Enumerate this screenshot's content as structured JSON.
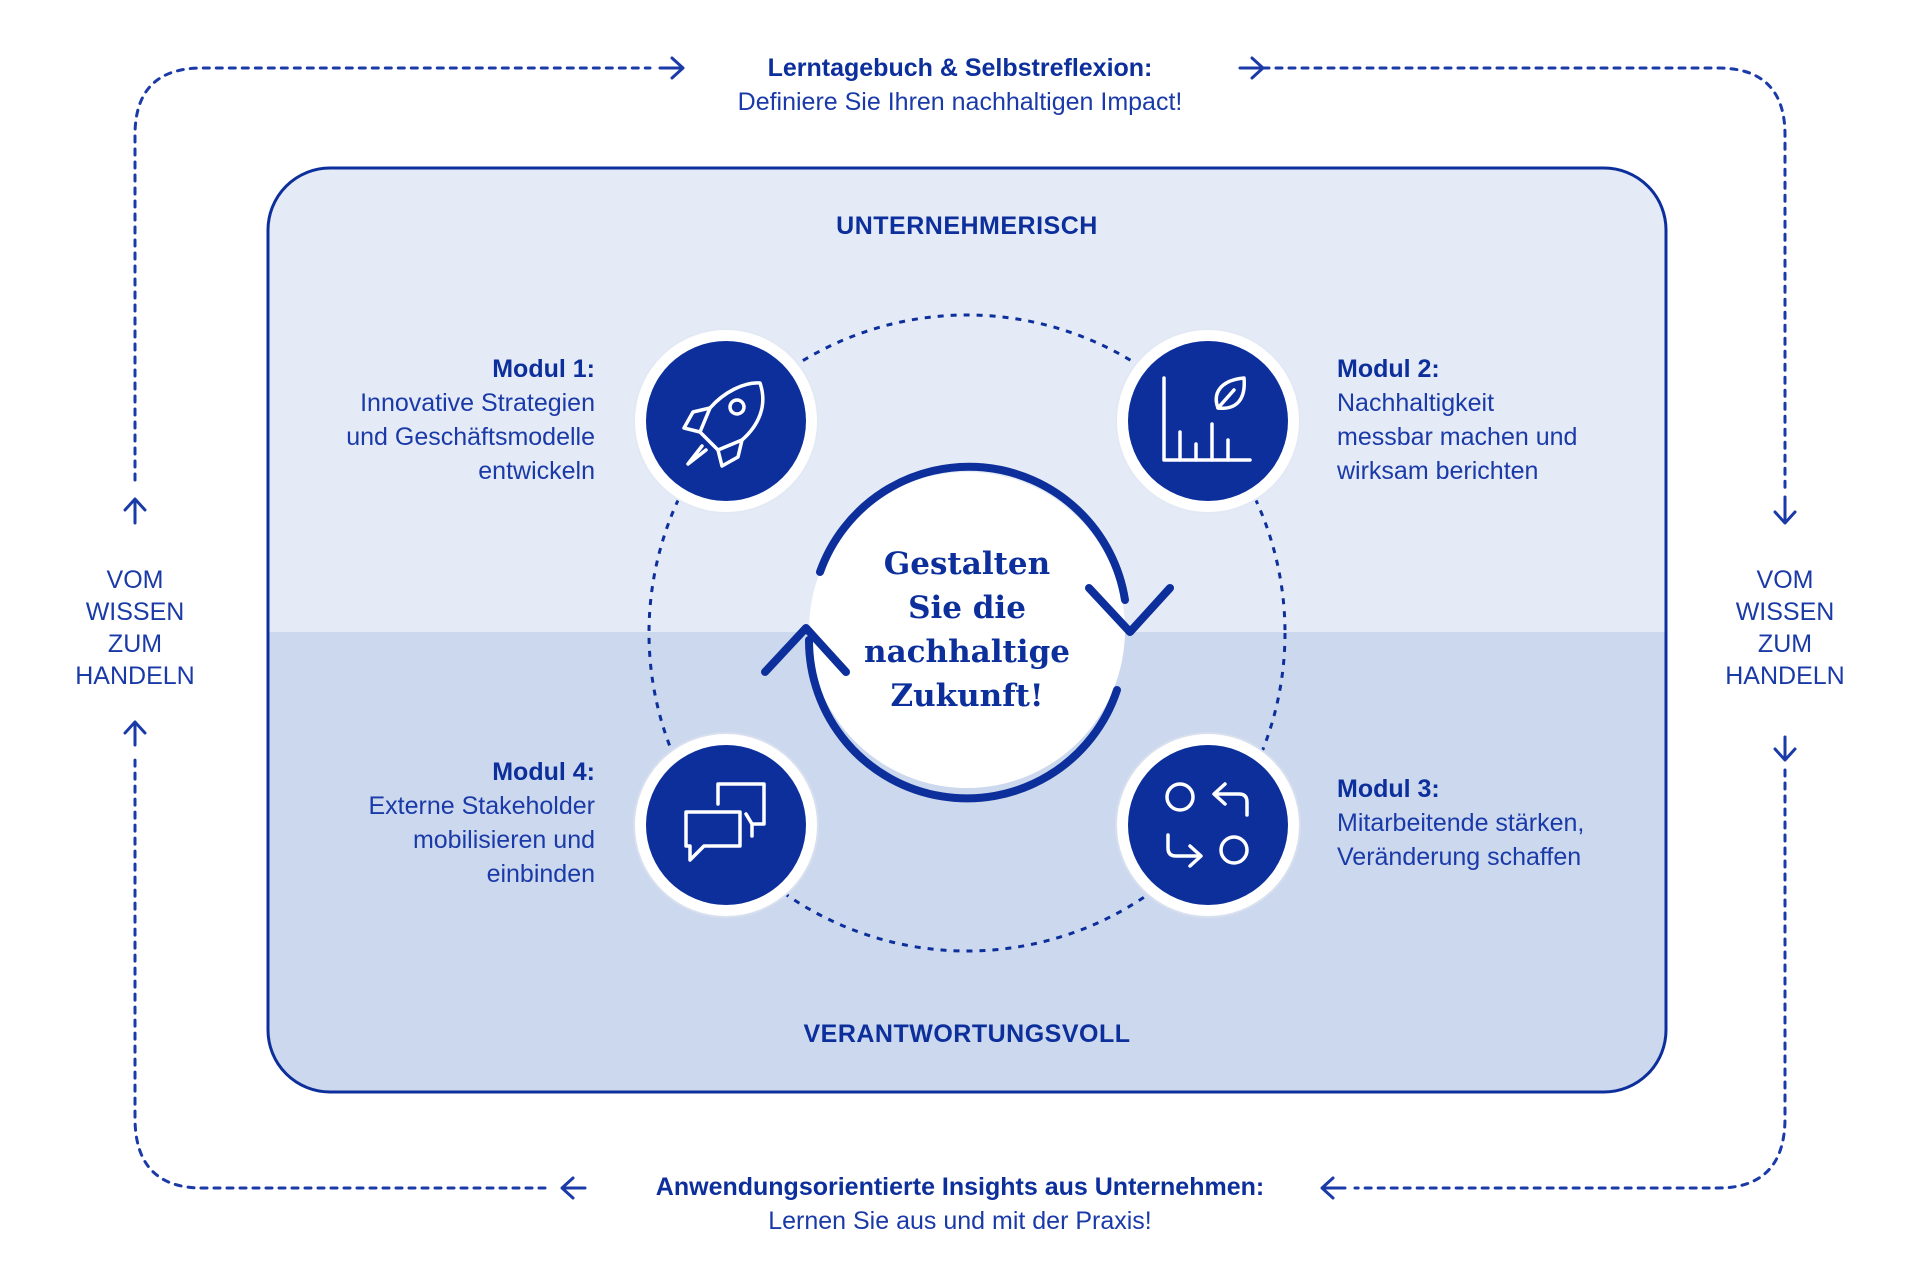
{
  "top_flow": {
    "title": "Lerntagebuch & Selbstreflexion:",
    "subtitle": "Definiere Sie Ihren nachhaltigen Impact!"
  },
  "bottom_flow": {
    "title": "Anwendungsorientierte Insights aus Unternehmen:",
    "subtitle": "Lernen Sie aus und mit der Praxis!"
  },
  "left_side": [
    "VOM",
    "WISSEN",
    "ZUM",
    "HANDELN"
  ],
  "right_side": [
    "VOM",
    "WISSEN",
    "ZUM",
    "HANDELN"
  ],
  "panel": {
    "top_label": "UNTERNEHMERISCH",
    "bottom_label": "VERANTWORTUNGSVOLL"
  },
  "center": {
    "lines": [
      "Gestalten",
      "Sie die",
      "nachhaltige",
      "Zukunft!"
    ]
  },
  "modules": [
    {
      "title": "Modul 1:",
      "lines": [
        "Innovative Strategien",
        "und Geschäftsmodelle",
        "entwickeln"
      ],
      "icon": "rocket-icon"
    },
    {
      "title": "Modul 2:",
      "lines": [
        "Nachhaltigkeit",
        "messbar machen und",
        "wirksam berichten"
      ],
      "icon": "chart-leaf-icon"
    },
    {
      "title": "Modul 3:",
      "lines": [
        "Mitarbeitende stärken,",
        "Veränderung schaffen"
      ],
      "icon": "exchange-icon"
    },
    {
      "title": "Modul 4:",
      "lines": [
        "Externe Stakeholder",
        "mobilisieren und",
        "einbinden"
      ],
      "icon": "chat-bubbles-icon"
    }
  ],
  "colors": {
    "primary": "#0c2f9c",
    "text": "#1a3aa8",
    "panel_top": "#e4eaf6",
    "panel_bottom": "#ccd8ed",
    "white": "#ffffff"
  }
}
